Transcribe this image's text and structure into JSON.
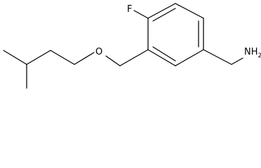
{
  "molecule": {
    "atoms": {
      "fluorine": "F",
      "oxygen": "O",
      "amine": "NH",
      "amine_subscript": "2"
    },
    "colors": {
      "bond": "#000000",
      "background": "#ffffff"
    }
  }
}
